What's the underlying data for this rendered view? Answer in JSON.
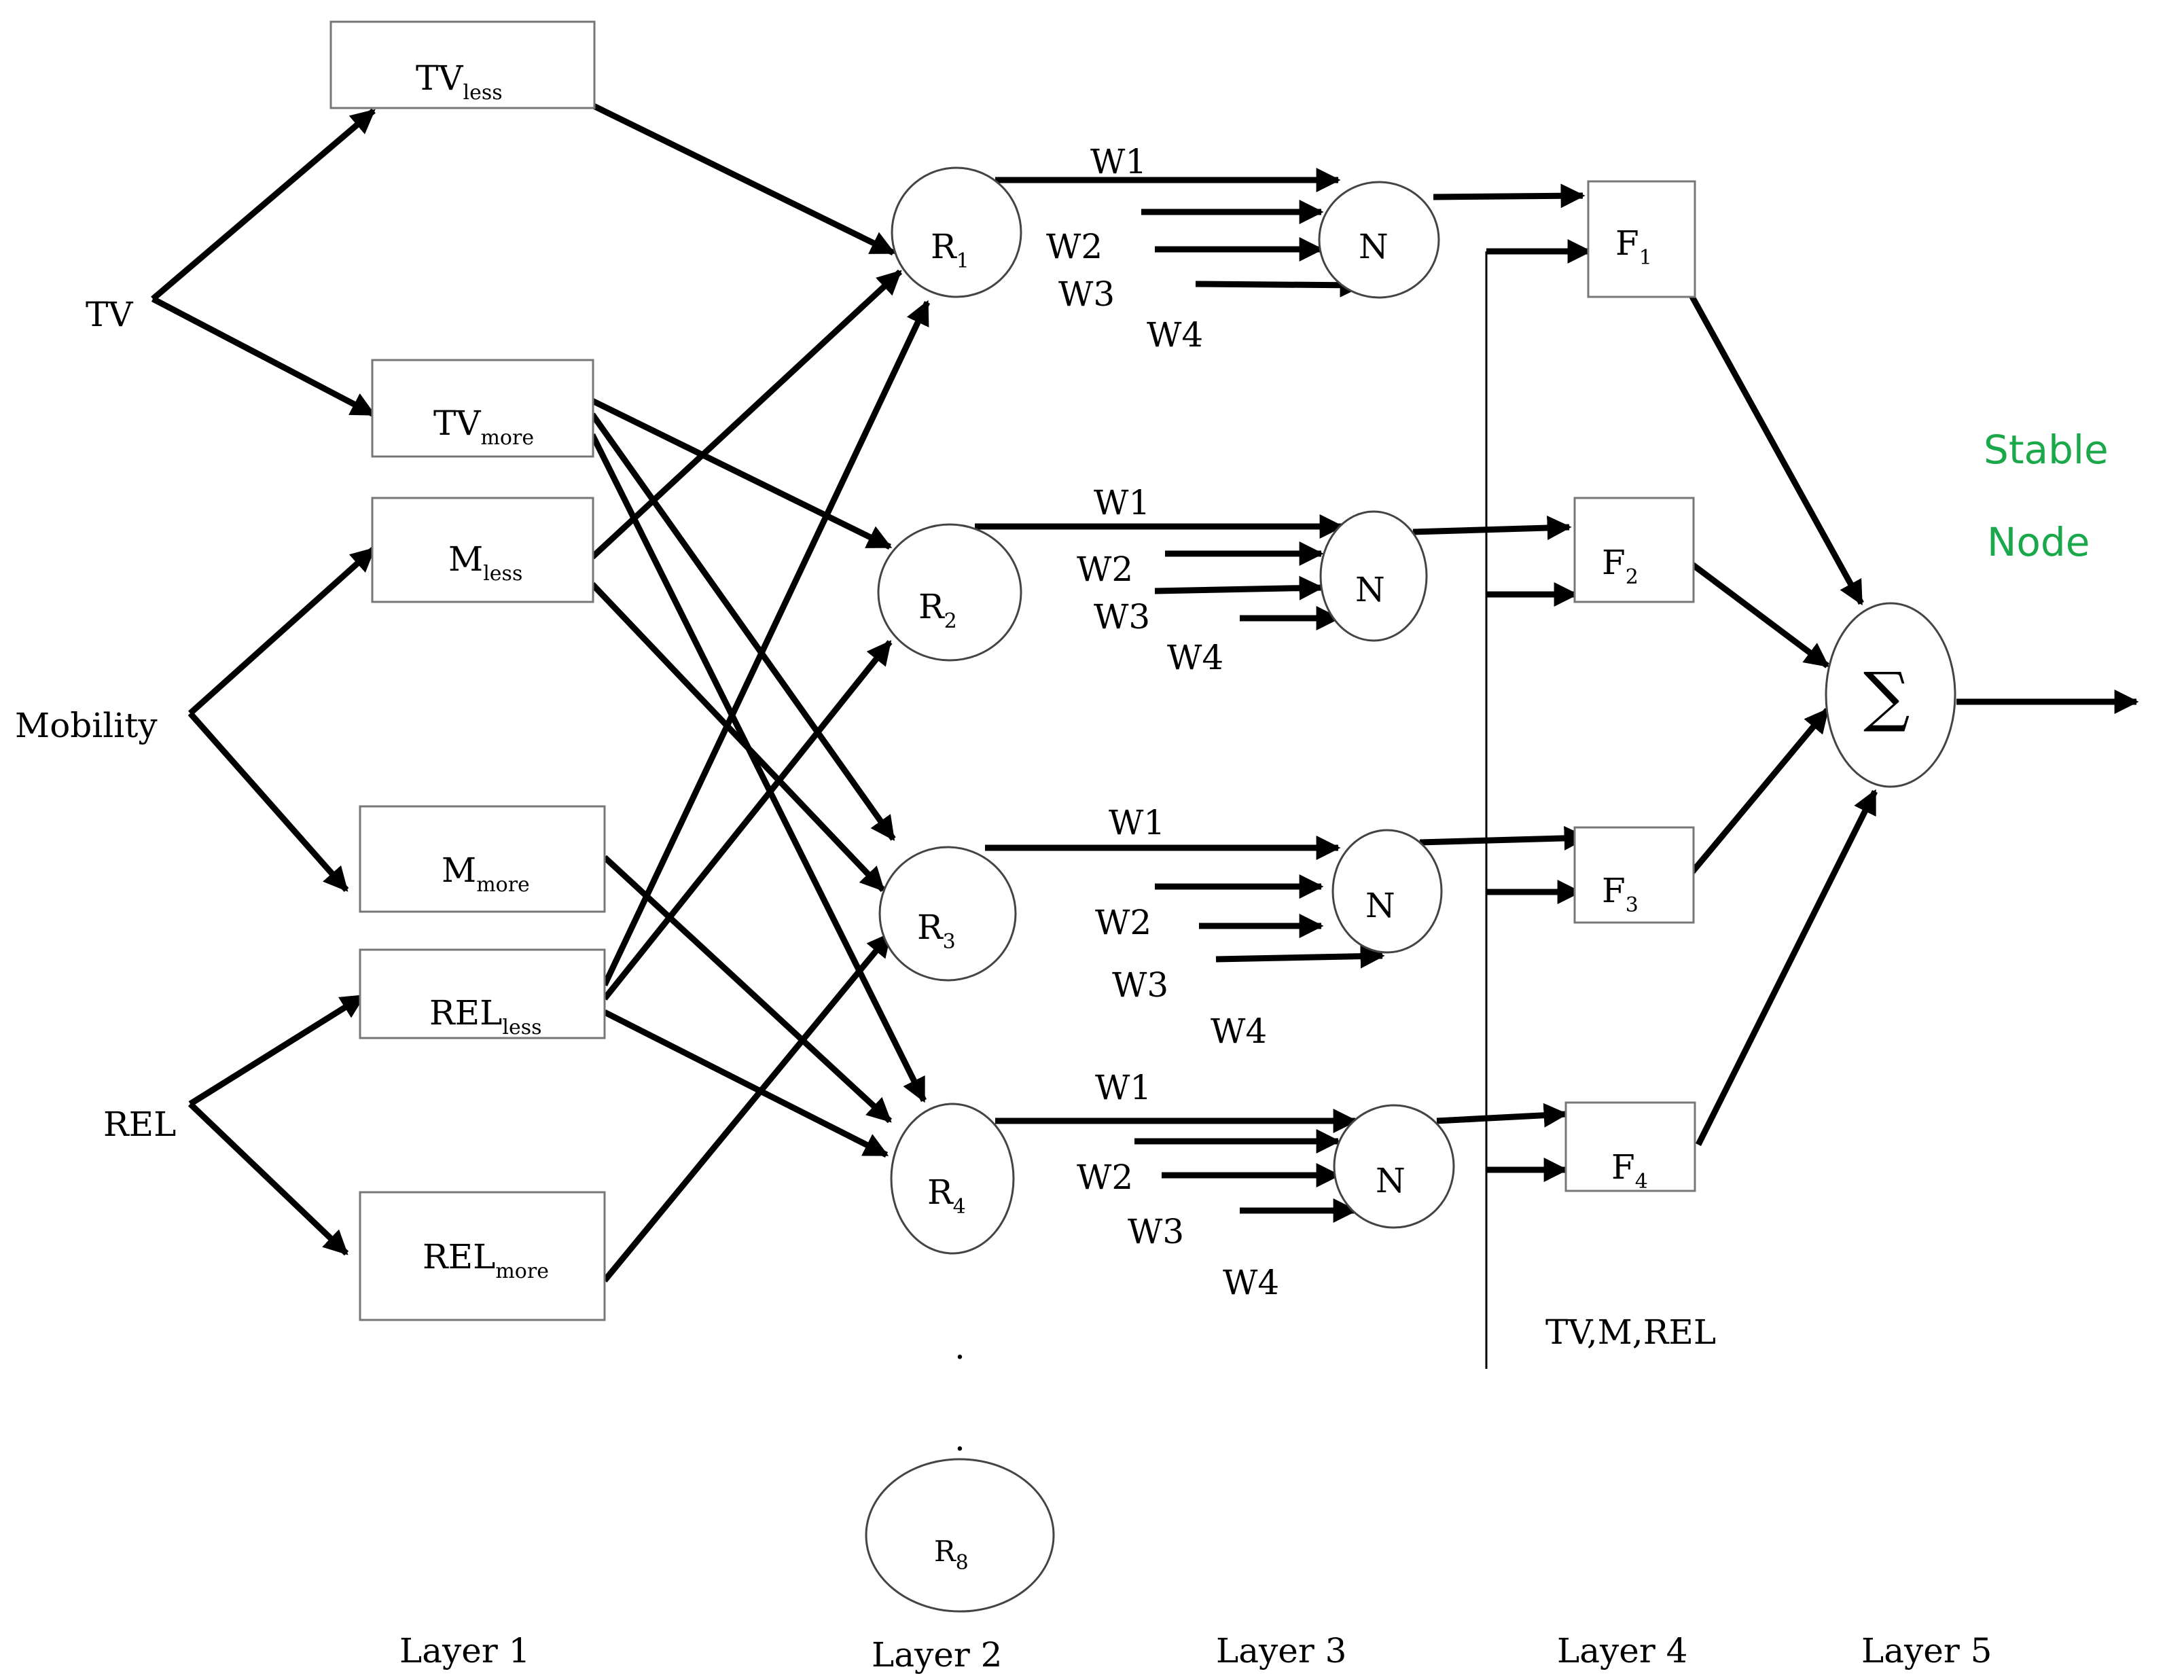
{
  "inputs": {
    "tv": "TV",
    "mobility": "Mobility",
    "rel": "REL"
  },
  "layer1": {
    "tv_less": {
      "main": "TV",
      "sub": "less"
    },
    "tv_more": {
      "main": "TV",
      "sub": "more"
    },
    "m_less": {
      "main": "M",
      "sub": "less"
    },
    "m_more": {
      "main": "M",
      "sub": "more"
    },
    "rel_less": {
      "main": "REL",
      "sub": "less"
    },
    "rel_more": {
      "main": "REL",
      "sub": "more"
    }
  },
  "rules": [
    {
      "main": "R",
      "sub": "1"
    },
    {
      "main": "R",
      "sub": "2"
    },
    {
      "main": "R",
      "sub": "3"
    },
    {
      "main": "R",
      "sub": "4"
    }
  ],
  "rule_last": {
    "main": "R",
    "sub": "8"
  },
  "ellipsis": {
    "dot1": ".",
    "dot2": "."
  },
  "weights": [
    [
      "W1",
      "W2",
      "W3",
      "W4"
    ],
    [
      "W1",
      "W2",
      "W3",
      "W4"
    ],
    [
      "W1",
      "W2",
      "W3",
      "W4"
    ],
    [
      "W1",
      "W2",
      "W3",
      "W4"
    ]
  ],
  "norm_label": "N",
  "outputs": [
    {
      "main": "F",
      "sub": "1"
    },
    {
      "main": "F",
      "sub": "2"
    },
    {
      "main": "F",
      "sub": "3"
    },
    {
      "main": "F",
      "sub": "4"
    }
  ],
  "layer4_inputs_label": "TV,M,REL",
  "sum_symbol": "∑",
  "stable_node": {
    "line1": "Stable",
    "line2": "Node",
    "color": "#1aa84a"
  },
  "layers": [
    "Layer 1",
    "Layer 2",
    "Layer 3",
    "Layer 4",
    "Layer 5"
  ]
}
